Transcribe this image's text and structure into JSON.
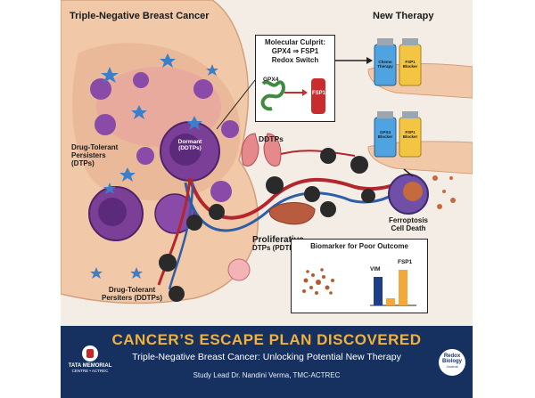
{
  "header": {
    "left_title": "Triple-Negative Breast Cancer",
    "right_title": "New Therapy"
  },
  "culprit_box": {
    "line1": "Molecular Culprit:",
    "line2": "GPX4 ⇒ FSP1",
    "line3": "Redox Switch",
    "gpx4": "GPX4",
    "fsp1": "FSP1"
  },
  "vials_top": {
    "left": "Chemo Therapy",
    "right": "FSP1 Blocker"
  },
  "vials_bottom": {
    "left": "GPX4 Blocker",
    "right": "FSP1 Blocker"
  },
  "labels": {
    "dormant_l1": "Dormant",
    "dormant_l2": "(DDTPs)",
    "dtp_l1": "Drug-Tolerant",
    "dtp_l2": "Persisters",
    "dtp_l3": "(DTPs)",
    "ddtp_l1": "Drug-Tolerant",
    "ddtp_l2": "Persiters (DDTPs)",
    "ddtps": "DDTPs",
    "prolif_l1": "Proliferative",
    "prolif_l2": "DTPs (PDTPs)",
    "ferro_l1": "Ferroptosis",
    "ferro_l2": "Cell Death"
  },
  "biomarker": {
    "title": "Biomarker for Poor Outcome",
    "vim": "VIM",
    "fsp1": "FSP1"
  },
  "colors": {
    "banner_bg": "#16315f",
    "title_orange": "#f2b13a",
    "tumor_purple": "#7b3f98",
    "vessel_red": "#b3262d",
    "vessel_blue": "#2d5ea8",
    "star_blue": "#3b7ec9",
    "fsp1_red": "#c92c2c",
    "gpx4_green": "#3e8a3e"
  },
  "banner": {
    "title": "CANCER’S ESCAPE PLAN DISCOVERED",
    "subtitle": "Triple-Negative Breast Cancer: Unlocking Potential New Therapy",
    "lead": "Study Lead Dr. Nandini Verma, TMC-ACTREC",
    "logo_left_l1": "TATA MEMORIAL",
    "logo_left_l2": "CENTRE • ACTREC",
    "logo_right_l1": "Redox",
    "logo_right_l2": "Biology",
    "logo_right_l3": "Journal"
  }
}
